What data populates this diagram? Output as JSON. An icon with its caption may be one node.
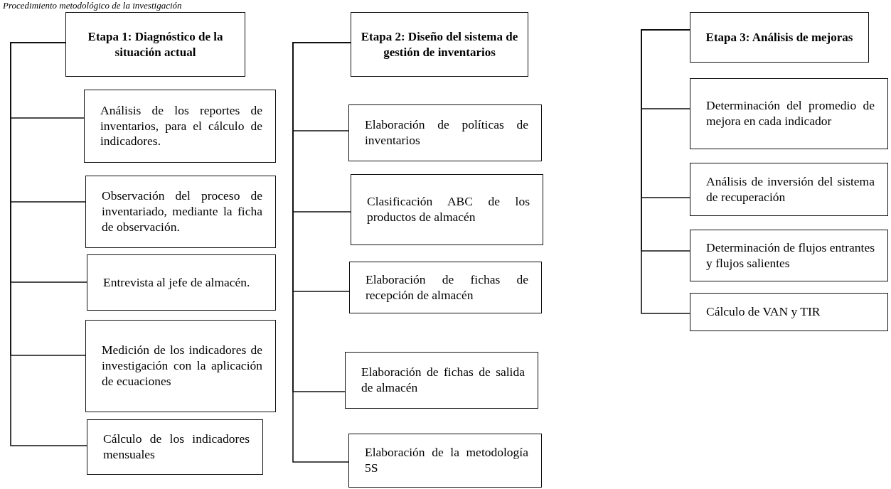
{
  "diagram": {
    "title": "Procedimiento metodológico de la investigación",
    "nodes": [
      {
        "text": [
          "Etapa 1: Diagnóstico de la situación actual"
        ]
      },
      {
        "text": [
          "Análisis de los reportes de inventarios, para el cálculo de indicadores."
        ]
      },
      {
        "text": [
          "Observación del proceso de inventariado, mediante la ficha de observación."
        ]
      },
      {
        "text": [
          "Entrevista al jefe de almacén."
        ]
      },
      {
        "text": [
          "Medición de los indicadores de investigación con la aplicación de ecuaciones"
        ]
      },
      {
        "text": [
          "Cálculo de los indicadores mensuales"
        ]
      },
      {
        "text": [
          "Etapa 2: Diseño del sistema de gestión de inventarios"
        ]
      },
      {
        "text": [
          "Elaboración de políticas de inventarios"
        ]
      },
      {
        "text": [
          "Clasificación ABC de los productos de almacén"
        ]
      },
      {
        "text": [
          "Elaboración de fichas de recepción de almacén"
        ]
      },
      {
        "text": [
          "Elaboración de fichas de salida de almacén"
        ]
      },
      {
        "text": [
          "Elaboración de la metodología 5S"
        ]
      },
      {
        "text": [
          "Etapa 3: Análisis de mejoras"
        ]
      },
      {
        "text": [
          "Determinación del promedio de mejora en cada indicador"
        ]
      },
      {
        "text": [
          "Análisis de inversión del sistema de recuperación"
        ]
      },
      {
        "text": [
          "Determinación de flujos entrantes y flujos salientes"
        ]
      },
      {
        "text": [
          "Cálculo de VAN y TIR"
        ]
      }
    ],
    "edges": [
      {
        "from": 0,
        "to": 1,
        "arrow": "none"
      },
      {
        "from": 0,
        "to": 2,
        "arrow": "none"
      },
      {
        "from": 0,
        "to": 3,
        "arrow": "none"
      },
      {
        "from": 0,
        "to": 4,
        "arrow": "none"
      },
      {
        "from": 0,
        "to": 5,
        "arrow": "none"
      },
      {
        "from": 6,
        "to": 7,
        "arrow": "none"
      },
      {
        "from": 6,
        "to": 8,
        "arrow": "none"
      },
      {
        "from": 6,
        "to": 9,
        "arrow": "none"
      },
      {
        "from": 6,
        "to": 10,
        "arrow": "none"
      },
      {
        "from": 6,
        "to": 11,
        "arrow": "none"
      },
      {
        "from": 12,
        "to": 13,
        "arrow": "none"
      },
      {
        "from": 12,
        "to": 14,
        "arrow": "none"
      },
      {
        "from": 12,
        "to": 15,
        "arrow": "none"
      },
      {
        "from": 12,
        "to": 16,
        "arrow": "none"
      }
    ]
  }
}
